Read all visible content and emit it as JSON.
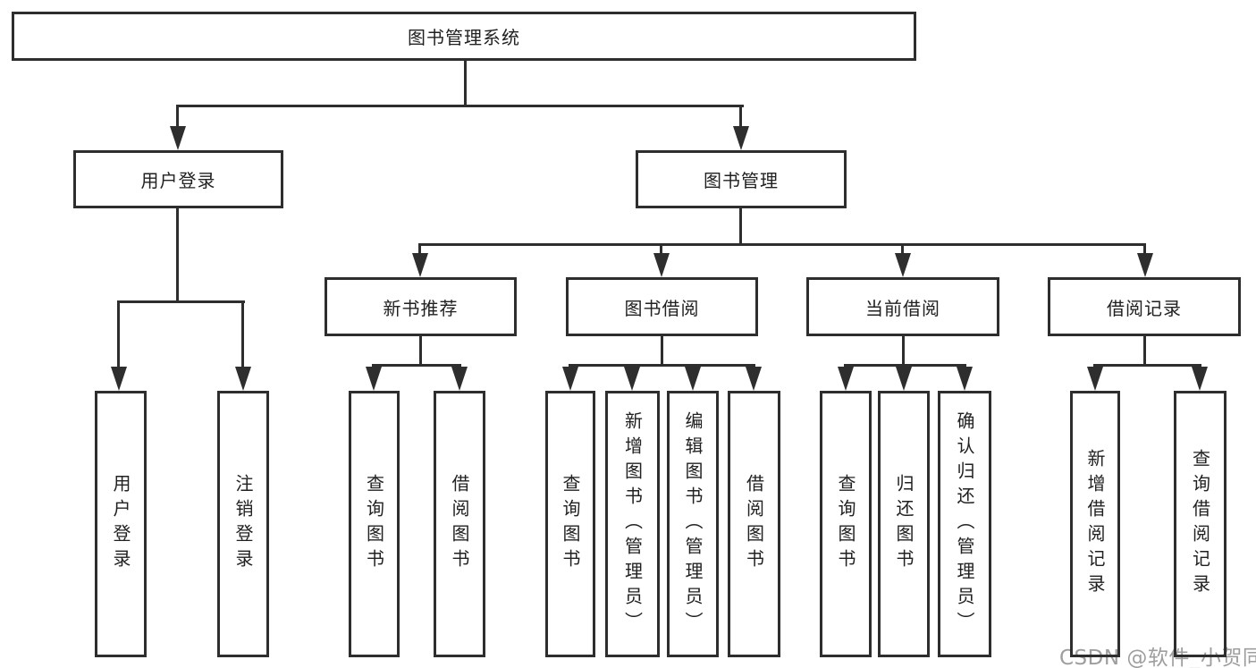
{
  "diagram": {
    "root": {
      "label": "图书管理系统"
    },
    "level2": [
      {
        "label": "用户登录"
      },
      {
        "label": "图书管理"
      }
    ],
    "level3": [
      {
        "parent": "图书管理",
        "label": "新书推荐"
      },
      {
        "parent": "图书管理",
        "label": "图书借阅"
      },
      {
        "parent": "图书管理",
        "label": "当前借阅"
      },
      {
        "parent": "图书管理",
        "label": "借阅记录"
      }
    ],
    "leaves": [
      {
        "parent": "用户登录",
        "label": "用户登录"
      },
      {
        "parent": "用户登录",
        "label": "注销登录"
      },
      {
        "parent": "新书推荐",
        "label": "查询图书"
      },
      {
        "parent": "新书推荐",
        "label": "借阅图书"
      },
      {
        "parent": "图书借阅",
        "label": "查询图书"
      },
      {
        "parent": "图书借阅",
        "label": "新增图书（管理员）"
      },
      {
        "parent": "图书借阅",
        "label": "编辑图书（管理员）"
      },
      {
        "parent": "图书借阅",
        "label": "借阅图书"
      },
      {
        "parent": "当前借阅",
        "label": "查询图书"
      },
      {
        "parent": "当前借阅",
        "label": "归还图书"
      },
      {
        "parent": "当前借阅",
        "label": "确认归还（管理员）"
      },
      {
        "parent": "借阅记录",
        "label": "新增借阅记录"
      },
      {
        "parent": "借阅记录",
        "label": "查询借阅记录"
      }
    ]
  },
  "watermark": {
    "text": "CSDN @软件_小贺同学"
  },
  "colors": {
    "stroke": "#2e2e2e",
    "text": "#212121",
    "watermark": "#9e9e9e",
    "background": "#ffffff"
  }
}
